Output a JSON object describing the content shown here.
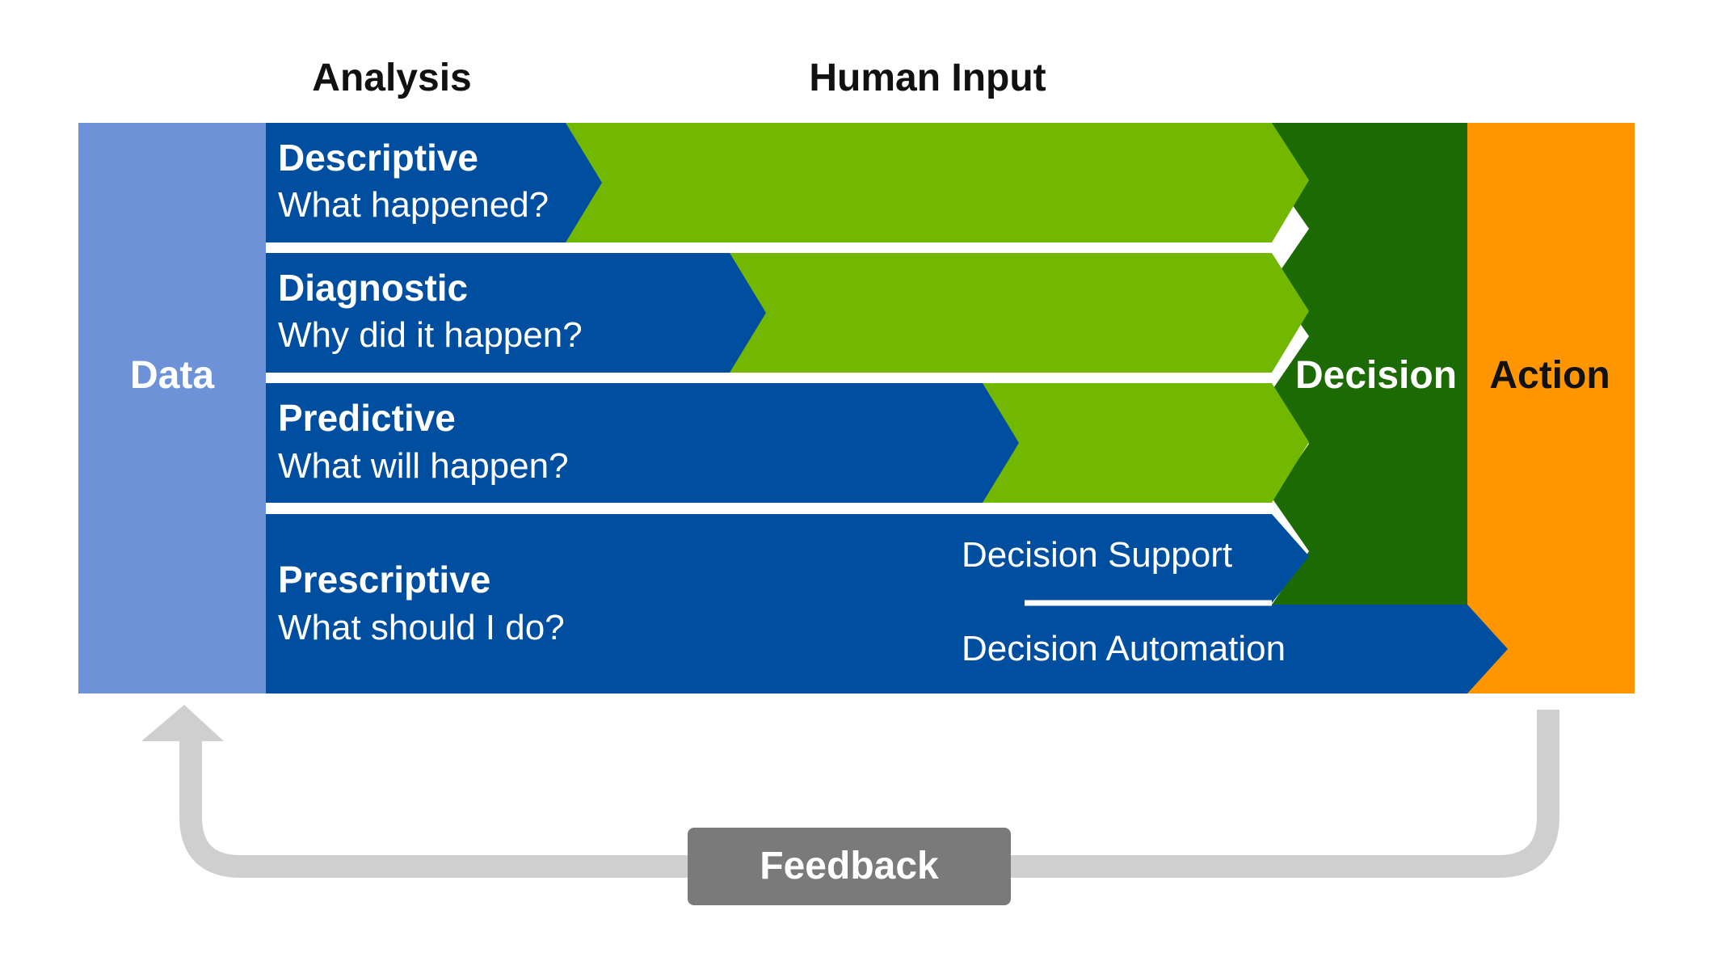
{
  "headers": {
    "analysis": "Analysis",
    "human_input": "Human Input"
  },
  "data_label": "Data",
  "decision_label": "Decision",
  "action_label": "Action",
  "rows": [
    {
      "title": "Descriptive",
      "question": "What happened?"
    },
    {
      "title": "Diagnostic",
      "question": "Why did it happen?"
    },
    {
      "title": "Predictive",
      "question": "What will happen?"
    },
    {
      "title": "Prescriptive",
      "question": "What should I do?"
    }
  ],
  "decision_support": "Decision Support",
  "decision_automation": "Decision Automation",
  "feedback_label": "Feedback",
  "colors": {
    "data": "#6d92d8",
    "analysis_blue": "#004ea0",
    "human_green": "#72b800",
    "decision_green": "#1b6a04",
    "action_orange": "#ff9600",
    "feedback_box": "#7a7a7a",
    "feedback_arrow": "#cfcfcf"
  }
}
